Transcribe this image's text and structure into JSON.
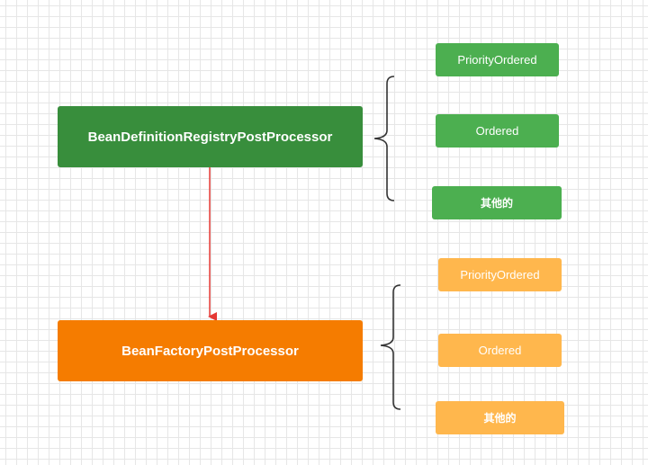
{
  "colors": {
    "registry_box": "#388e3c",
    "factory_box": "#f57c00",
    "green_option": "#4caf50",
    "orange_option": "#ffb74d",
    "arrow": "#e53935",
    "brace": "#333333"
  },
  "registry_processor": {
    "label": "BeanDefinitionRegistryPostProcessor",
    "options": [
      "PriorityOrdered",
      "Ordered",
      "其他的"
    ]
  },
  "factory_processor": {
    "label": "BeanFactoryPostProcessor",
    "options": [
      "PriorityOrdered",
      "Ordered",
      "其他的"
    ]
  }
}
